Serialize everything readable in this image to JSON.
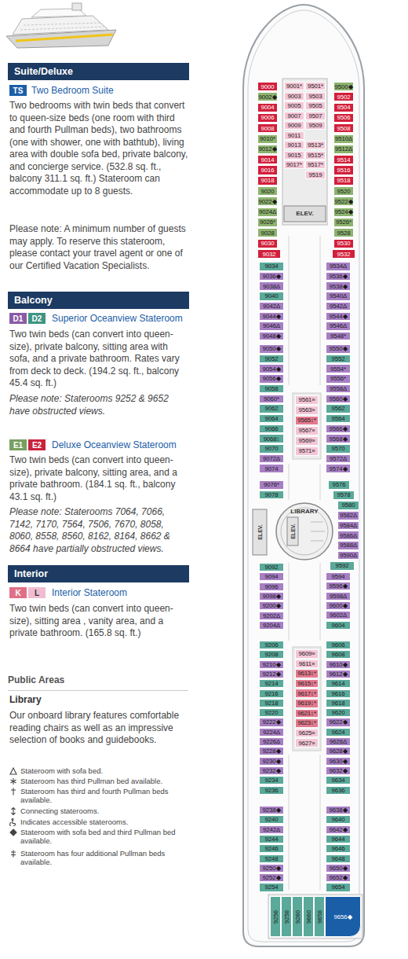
{
  "diagram": {
    "nodes": [
      {
        "text": [
          "Suite/Deluxe"
        ]
      },
      {
        "text": [
          "TS"
        ]
      },
      {
        "text": [
          "Balcony"
        ]
      },
      {
        "text": [
          "D1"
        ]
      },
      {
        "text": [
          "D2"
        ]
      },
      {
        "text": [
          "E1"
        ]
      },
      {
        "text": [
          "E2"
        ]
      },
      {
        "text": [
          "Interior"
        ]
      },
      {
        "text": [
          "K"
        ]
      },
      {
        "text": [
          "L"
        ]
      },
      {
        "text": [
          "9000"
        ]
      },
      {
        "text": [
          "9002◆"
        ]
      },
      {
        "text": [
          "9004"
        ]
      },
      {
        "text": [
          "9006"
        ]
      },
      {
        "text": [
          "9008"
        ]
      },
      {
        "text": [
          "9010*"
        ]
      },
      {
        "text": [
          "9012◆"
        ]
      },
      {
        "text": [
          "9014"
        ]
      },
      {
        "text": [
          "9016"
        ]
      },
      {
        "text": [
          "9018"
        ]
      },
      {
        "text": [
          "9020"
        ]
      },
      {
        "text": [
          "9022◆"
        ]
      },
      {
        "text": [
          "9024Δ"
        ]
      },
      {
        "text": [
          "9026*"
        ]
      },
      {
        "text": [
          "9028"
        ]
      },
      {
        "text": [
          "9030"
        ]
      },
      {
        "text": [
          "9032"
        ]
      },
      {
        "text": [
          "9001*"
        ]
      },
      {
        "text": [
          "9003"
        ]
      },
      {
        "text": [
          "9005"
        ]
      },
      {
        "text": [
          "9007"
        ]
      },
      {
        "text": [
          "9009"
        ]
      },
      {
        "text": [
          "9011"
        ]
      },
      {
        "text": [
          "9013"
        ]
      },
      {
        "text": [
          "9015"
        ]
      },
      {
        "text": [
          "9017*"
        ]
      },
      {
        "text": [
          "9501*"
        ]
      },
      {
        "text": [
          "9503"
        ]
      },
      {
        "text": [
          "9505"
        ]
      },
      {
        "text": [
          "9507"
        ]
      },
      {
        "text": [
          "9509"
        ]
      },
      {
        "text": [
          "9513*"
        ]
      },
      {
        "text": [
          "9515*"
        ]
      },
      {
        "text": [
          "9517*"
        ]
      },
      {
        "text": [
          "9519"
        ]
      },
      {
        "text": [
          "9500◆"
        ]
      },
      {
        "text": [
          "9502"
        ]
      },
      {
        "text": [
          "9504"
        ]
      },
      {
        "text": [
          "9506"
        ]
      },
      {
        "text": [
          "9508"
        ]
      },
      {
        "text": [
          "9510Δ"
        ]
      },
      {
        "text": [
          "9512Δ"
        ]
      },
      {
        "text": [
          "9514"
        ]
      },
      {
        "text": [
          "9516"
        ]
      },
      {
        "text": [
          "9518"
        ]
      },
      {
        "text": [
          "9520"
        ]
      },
      {
        "text": [
          "9522◆"
        ]
      },
      {
        "text": [
          "9524◆"
        ]
      },
      {
        "text": [
          "9526*"
        ]
      },
      {
        "text": [
          "9528"
        ]
      },
      {
        "text": [
          "9530"
        ]
      },
      {
        "text": [
          "9532"
        ]
      },
      {
        "text": [
          "9034"
        ]
      },
      {
        "text": [
          "9036◆"
        ]
      },
      {
        "text": [
          "9038Δ"
        ]
      },
      {
        "text": [
          "9040"
        ]
      },
      {
        "text": [
          "9042Δ"
        ]
      },
      {
        "text": [
          "9044◆"
        ]
      },
      {
        "text": [
          "9046Δ"
        ]
      },
      {
        "text": [
          "9048◆"
        ]
      },
      {
        "text": [
          "9050◆"
        ]
      },
      {
        "text": [
          "9052"
        ]
      },
      {
        "text": [
          "9054◆"
        ]
      },
      {
        "text": [
          "9056◆"
        ]
      },
      {
        "text": [
          "9058"
        ]
      },
      {
        "text": [
          "9060*"
        ]
      },
      {
        "text": [
          "9062"
        ]
      },
      {
        "text": [
          "9064"
        ]
      },
      {
        "text": [
          "9066"
        ]
      },
      {
        "text": [
          "9068↕"
        ]
      },
      {
        "text": [
          "9070"
        ]
      },
      {
        "text": [
          "9072Δ"
        ]
      },
      {
        "text": [
          "9074"
        ]
      },
      {
        "text": [
          "9076*"
        ]
      },
      {
        "text": [
          "9078"
        ]
      },
      {
        "text": [
          "9534Δ"
        ]
      },
      {
        "text": [
          "9536◆"
        ]
      },
      {
        "text": [
          "9538◆"
        ]
      },
      {
        "text": [
          "9540Δ"
        ]
      },
      {
        "text": [
          "9542Δ"
        ]
      },
      {
        "text": [
          "9544◆"
        ]
      },
      {
        "text": [
          "9546Δ"
        ]
      },
      {
        "text": [
          "9548*"
        ]
      },
      {
        "text": [
          "9550◆"
        ]
      },
      {
        "text": [
          "9552"
        ]
      },
      {
        "text": [
          "9554*"
        ]
      },
      {
        "text": [
          "9556*"
        ]
      },
      {
        "text": [
          "9558Δ"
        ]
      },
      {
        "text": [
          "9560◆"
        ]
      },
      {
        "text": [
          "9562"
        ]
      },
      {
        "text": [
          "9564"
        ]
      },
      {
        "text": [
          "9566◆"
        ]
      },
      {
        "text": [
          "9568◆"
        ]
      },
      {
        "text": [
          "9570"
        ]
      },
      {
        "text": [
          "9572Δ"
        ]
      },
      {
        "text": [
          "9574◆"
        ]
      },
      {
        "text": [
          "9576"
        ]
      },
      {
        "text": [
          "9578"
        ]
      },
      {
        "text": [
          "9580"
        ]
      },
      {
        "text": [
          "9582Δ"
        ]
      },
      {
        "text": [
          "9584Δ"
        ]
      },
      {
        "text": [
          "9586Δ"
        ]
      },
      {
        "text": [
          "9588Δ"
        ]
      },
      {
        "text": [
          "9590Δ"
        ]
      },
      {
        "text": [
          "9592"
        ]
      },
      {
        "text": [
          "9561»"
        ]
      },
      {
        "text": [
          "9563»"
        ]
      },
      {
        "text": [
          "9565↕*"
        ]
      },
      {
        "text": [
          "9567»"
        ]
      },
      {
        "text": [
          "9569»"
        ]
      },
      {
        "text": [
          "9571»"
        ]
      },
      {
        "text": [
          "9092"
        ]
      },
      {
        "text": [
          "9094"
        ]
      },
      {
        "text": [
          "9096"
        ]
      },
      {
        "text": [
          "9098◆"
        ]
      },
      {
        "text": [
          "9200◆"
        ]
      },
      {
        "text": [
          "9202Δ"
        ]
      },
      {
        "text": [
          "9204Δ"
        ]
      },
      {
        "text": [
          "9206"
        ]
      },
      {
        "text": [
          "9208"
        ]
      },
      {
        "text": [
          "9210◆"
        ]
      },
      {
        "text": [
          "9212◆"
        ]
      },
      {
        "text": [
          "9214"
        ]
      },
      {
        "text": [
          "9216"
        ]
      },
      {
        "text": [
          "9218"
        ]
      },
      {
        "text": [
          "9220"
        ]
      },
      {
        "text": [
          "9222◆"
        ]
      },
      {
        "text": [
          "9224Δ"
        ]
      },
      {
        "text": [
          "9226Δ"
        ]
      },
      {
        "text": [
          "9228◆"
        ]
      },
      {
        "text": [
          "9230◆"
        ]
      },
      {
        "text": [
          "9232◆"
        ]
      },
      {
        "text": [
          "9234"
        ]
      },
      {
        "text": [
          "9236"
        ]
      },
      {
        "text": [
          "9238◆"
        ]
      },
      {
        "text": [
          "9240"
        ]
      },
      {
        "text": [
          "9242Δ"
        ]
      },
      {
        "text": [
          "9244"
        ]
      },
      {
        "text": [
          "9246"
        ]
      },
      {
        "text": [
          "9248"
        ]
      },
      {
        "text": [
          "9250◆"
        ]
      },
      {
        "text": [
          "9252◆"
        ]
      },
      {
        "text": [
          "9254"
        ]
      },
      {
        "text": [
          "9594"
        ]
      },
      {
        "text": [
          "9596◆"
        ]
      },
      {
        "text": [
          "9598Δ"
        ]
      },
      {
        "text": [
          "9600◆"
        ]
      },
      {
        "text": [
          "9602Δ"
        ]
      },
      {
        "text": [
          "9604"
        ]
      },
      {
        "text": [
          "9606"
        ]
      },
      {
        "text": [
          "9608"
        ]
      },
      {
        "text": [
          "9610◆"
        ]
      },
      {
        "text": [
          "9612◆"
        ]
      },
      {
        "text": [
          "9614"
        ]
      },
      {
        "text": [
          "9616"
        ]
      },
      {
        "text": [
          "9618"
        ]
      },
      {
        "text": [
          "9620"
        ]
      },
      {
        "text": [
          "9622◆"
        ]
      },
      {
        "text": [
          "9624"
        ]
      },
      {
        "text": [
          "9626Δ"
        ]
      },
      {
        "text": [
          "9628◆"
        ]
      },
      {
        "text": [
          "9630◆"
        ]
      },
      {
        "text": [
          "9632◆"
        ]
      },
      {
        "text": [
          "9634"
        ]
      },
      {
        "text": [
          "9636"
        ]
      },
      {
        "text": [
          "9638◆"
        ]
      },
      {
        "text": [
          "9640"
        ]
      },
      {
        "text": [
          "9642◆"
        ]
      },
      {
        "text": [
          "9644"
        ]
      },
      {
        "text": [
          "9646"
        ]
      },
      {
        "text": [
          "9648"
        ]
      },
      {
        "text": [
          "9650◆"
        ]
      },
      {
        "text": [
          "9652◆"
        ]
      },
      {
        "text": [
          "9654"
        ]
      },
      {
        "text": [
          "9609»"
        ]
      },
      {
        "text": [
          "9611»"
        ]
      },
      {
        "text": [
          "9613↕*"
        ]
      },
      {
        "text": [
          "9615↕*"
        ]
      },
      {
        "text": [
          "9617↕*"
        ]
      },
      {
        "text": [
          "9619↕*"
        ]
      },
      {
        "text": [
          "9621↕*"
        ]
      },
      {
        "text": [
          "9623↕*"
        ]
      },
      {
        "text": [
          "9625»"
        ]
      },
      {
        "text": [
          "9627»"
        ]
      },
      {
        "text": [
          "9256"
        ]
      },
      {
        "text": [
          "9258"
        ]
      },
      {
        "text": [
          "9260"
        ]
      },
      {
        "text": [
          "9660"
        ]
      },
      {
        "text": [
          "9658"
        ]
      },
      {
        "text": [
          "9656◆"
        ]
      }
    ],
    "labels": [
      "Two Bedroom Suite",
      "Two bedrooms with twin beds that convert to queen-size beds (one room with third and fourth Pullman beds), two bathrooms (one with shower, one with bathtub), living area with double sofa bed, private balcony, and concierge service. (532.8 sq. ft., balcony 311.1 sq. ft.) Stateroom can accommodate up to 8 guests.",
      "Please note: A minimum number of guests may apply. To reserve this stateroom, please contact your travel agent or one of our Certified Vacation Specialists.",
      "Superior Oceanview Stateroom",
      "Two twin beds (can convert into queen-size), private balcony, sitting area with sofa, and a private bathroom. Rates vary from deck to deck. (194.2 sq. ft., balcony 45.4 sq. ft.)",
      "Please note: Staterooms 9252 & 9652 have obstructed views.",
      "Deluxe Oceanview Stateroom",
      "Two twin beds (can convert into queen-size), private balcony, sitting area, and a private bathroom. (184.1 sq. ft., balcony 43.1 sq. ft.)",
      "Please note: Staterooms 7064, 7066, 7142, 7170, 7564, 7506, 7670, 8058, 8060, 8558, 8560, 8162, 8164, 8662 & 8664 have partially obstructed views.",
      "Interior Stateroom",
      "Two twin beds (can convert into queen-size), sitting area , vanity area, and a private bathroom. (165.8 sq. ft.)",
      "Public Areas",
      "Library",
      "Our onboard library features comfortable reading chairs as well as an impressive selection of books and guidebooks.",
      "ELEV.",
      "ELEV.",
      "ELEV.",
      "LIBRARY"
    ],
    "legend": [
      {
        "text": "Stateroom with sofa bed."
      },
      {
        "text": "Stateroom has third Pullman bed available."
      },
      {
        "text": "Stateroom has third and fourth Pullman beds available."
      },
      {
        "text": "Connecting staterooms."
      },
      {
        "text": "Indicates accessible staterooms."
      },
      {
        "text": "Stateroom with sofa bed and third Pullman bed available."
      },
      {
        "text": "Stateroom has four additional Pullman beds available."
      }
    ]
  }
}
